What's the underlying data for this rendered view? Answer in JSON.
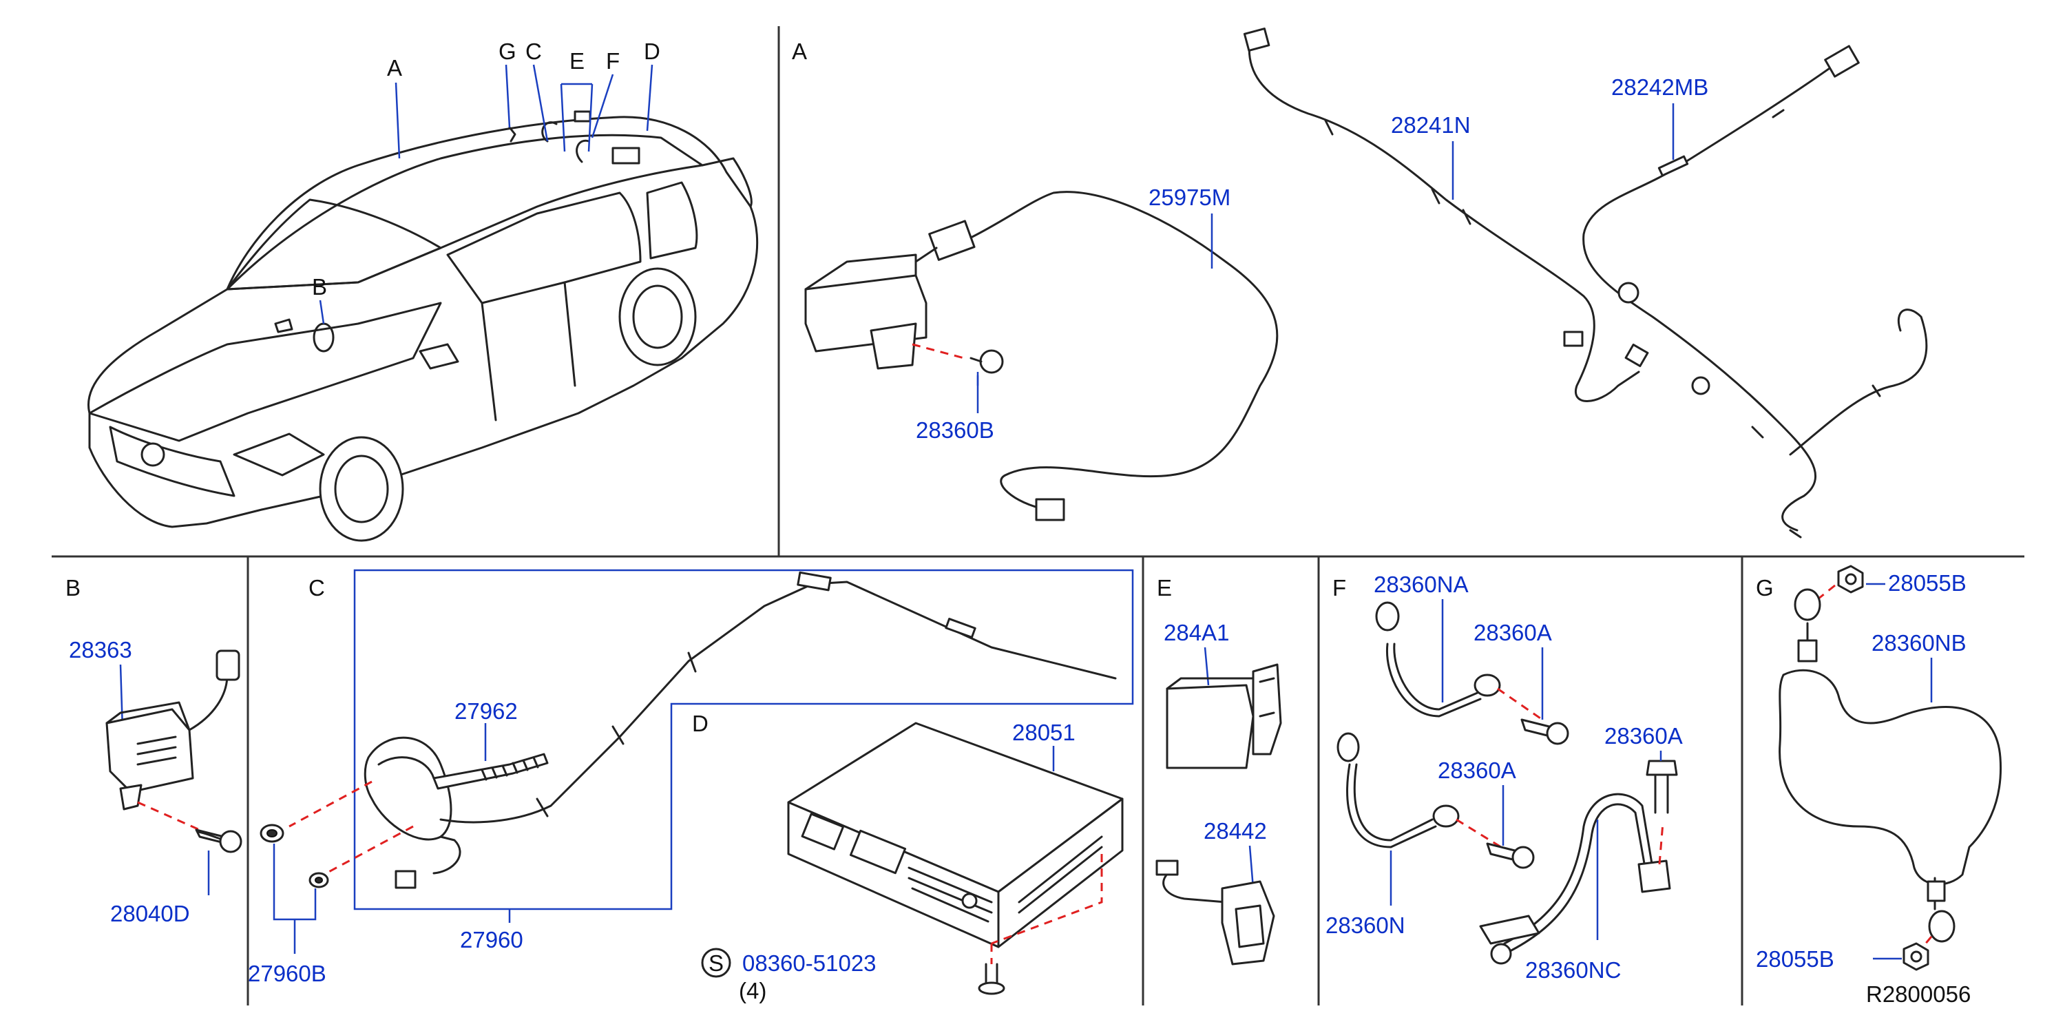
{
  "sections": {
    "overview": {
      "labels": [
        "A",
        "B",
        "C",
        "D",
        "E",
        "F",
        "G"
      ]
    },
    "A": {
      "letter": "A",
      "parts": [
        "25975M",
        "28360B",
        "28241N",
        "28242MB"
      ]
    },
    "B": {
      "letter": "B",
      "parts": [
        "28363",
        "28040D"
      ]
    },
    "C": {
      "letter": "C",
      "parts": [
        "27962",
        "27960",
        "27960B"
      ]
    },
    "D": {
      "letter": "D",
      "parts": [
        "28051"
      ],
      "screw_symbol": "S",
      "screw_part": "08360-51023",
      "screw_qty": "(4)"
    },
    "E": {
      "letter": "E",
      "parts": [
        "284A1",
        "28442"
      ]
    },
    "F": {
      "letter": "F",
      "parts": [
        "28360NA",
        "28360A",
        "28360A",
        "28360A",
        "28360N",
        "28360NC"
      ]
    },
    "G": {
      "letter": "G",
      "parts": [
        "28055B",
        "28360NB",
        "28055B"
      ]
    }
  },
  "diagram_code": "R2800056",
  "colors": {
    "part_label": "#0a2fc8",
    "leader": "#1a3fc0",
    "mating_line": "#e02020",
    "linework": "#222222"
  }
}
